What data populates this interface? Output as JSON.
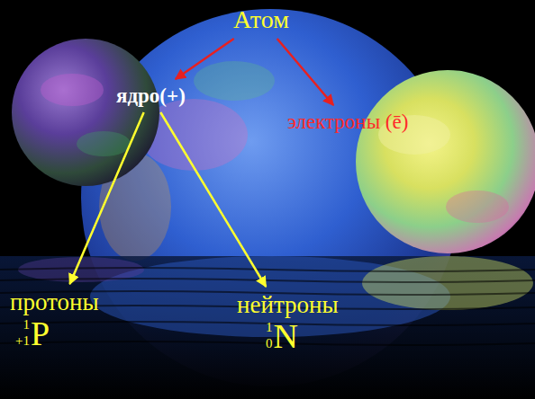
{
  "diagram": {
    "nodes": [
      {
        "text": [
          "Атом"
        ]
      },
      {
        "text": [
          "ядро(+)"
        ]
      },
      {
        "text": [
          "электроны (ē)"
        ]
      },
      {
        "text": [
          "протоны",
          "1",
          "+1",
          "P"
        ]
      },
      {
        "text": [
          "нейтроны",
          "1",
          "0",
          "N"
        ]
      }
    ],
    "edges": [
      {
        "from": 0,
        "to": 1,
        "arrow": "to"
      },
      {
        "from": 0,
        "to": 2,
        "arrow": "to"
      },
      {
        "from": 1,
        "to": 3,
        "arrow": "to"
      },
      {
        "from": 1,
        "to": 4,
        "arrow": "to"
      }
    ]
  }
}
